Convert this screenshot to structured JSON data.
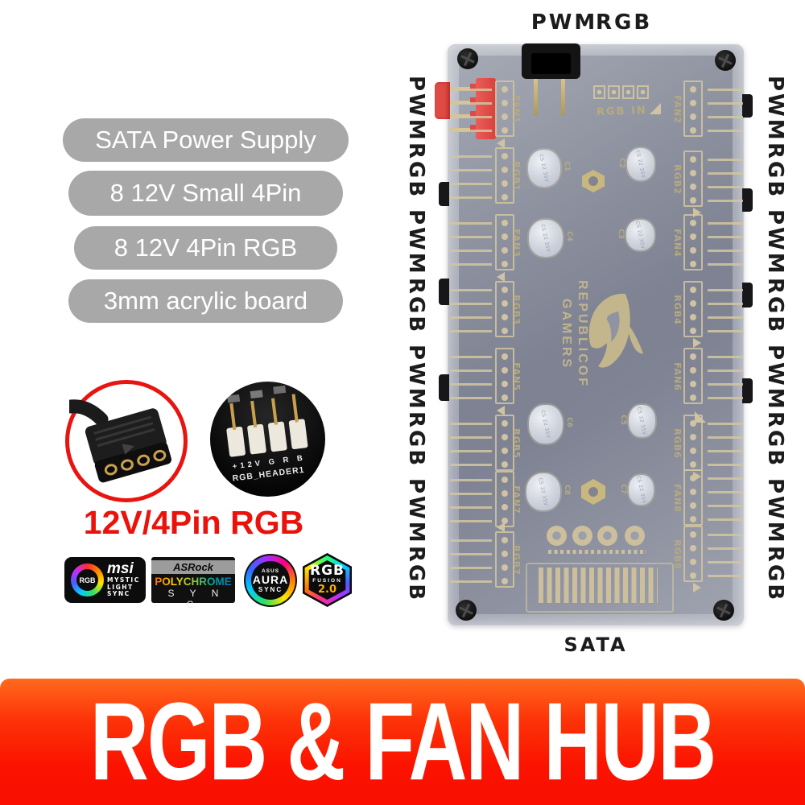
{
  "top_labels": {
    "pwm": "PWM",
    "rgb": "RGB"
  },
  "feature_badges": [
    "SATA Power Supply",
    "8 12V Small 4Pin",
    "8 12V 4Pin RGB",
    "3mm acrylic board"
  ],
  "side_labels": {
    "left": [
      "PWM",
      "RGB",
      "PWM",
      "RGB",
      "PWM",
      "RGB",
      "PWM",
      "RGB"
    ],
    "right": [
      "PWM",
      "RGB",
      "PWM",
      "RGB",
      "PWM",
      "RGB",
      "PWM",
      "RGB"
    ]
  },
  "board": {
    "brand_line1": "REPUBLICOF",
    "brand_line2": "GAMERS",
    "rgb_in_label": "RGB IN",
    "left_ports": [
      "FAN1",
      "RGB1",
      "FAN3",
      "RGB3",
      "FAN5",
      "RGB5",
      "FAN7",
      "RGB7"
    ],
    "right_ports": [
      "FAN2",
      "RGB2",
      "FAN4",
      "RGB4",
      "FAN6",
      "RGB6",
      "FAN8",
      "RGB8"
    ],
    "capacitors": [
      "C1",
      "C2",
      "C4",
      "C3",
      "C6",
      "C5",
      "C8",
      "C7"
    ],
    "cap_marking": "CS 22 35V"
  },
  "bottom_label": "SATA",
  "connector_demo": {
    "caption": "12V/4Pin RGB",
    "pin_labels": "+12V G R B",
    "header_label": "RGB_HEADER1"
  },
  "compat_logos": {
    "msi": {
      "brand": "msi",
      "ring": "RGB",
      "line1": "MYSTIC",
      "line2": "LIGHT",
      "line3": "SYNC"
    },
    "asrock": {
      "brand": "ASRock",
      "title": "POLYCHROME",
      "subtitle": "S Y N C"
    },
    "aura": {
      "brand": "ASUS",
      "title": "AURA",
      "subtitle": "SYNC"
    },
    "fusion": {
      "title": "RGB",
      "subtitle": "FUSION",
      "version": "2.0"
    }
  },
  "banner": {
    "title": "RGB & FAN HUB"
  },
  "colors": {
    "accent_red": "#e9130c",
    "banner_top": "#ff6a1e",
    "banner_bottom": "#fa0f00",
    "badge_gray": "#a8a8a8",
    "pcb_gold": "#cfc3a2"
  }
}
